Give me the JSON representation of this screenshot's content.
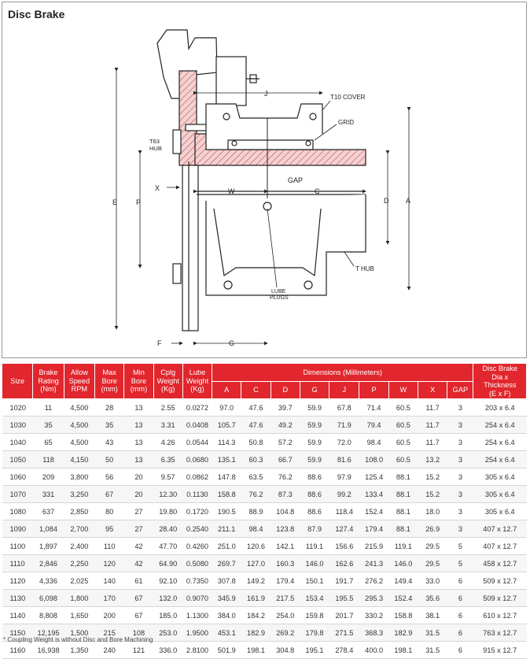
{
  "title": "Disc Brake",
  "labels": {
    "j": "J",
    "t10_cover": "T10 COVER",
    "grid": "GRID",
    "t63_hub_1": "T63",
    "t63_hub_2": "HUB",
    "x": "X",
    "w": "W",
    "gap": "GAP",
    "c": "C",
    "e": "E",
    "p": "P",
    "d": "D",
    "a": "A",
    "lube_1": "LUBE",
    "lube_2": "PLUGS",
    "t_hub": "T HUB",
    "f": "F",
    "g": "G"
  },
  "table": {
    "headers": {
      "size": "Size",
      "brake_rating": [
        "Brake",
        "Rating",
        "(Nm)"
      ],
      "allow_speed": [
        "Allow",
        "Speed",
        "RPM"
      ],
      "max_bore": [
        "Max",
        "Bore",
        "(mm)"
      ],
      "min_bore": [
        "Min",
        "Bore",
        "(mm)"
      ],
      "cplg_weight": [
        "Cplg",
        "Weight",
        "(Kg)"
      ],
      "lube_weight": [
        "Lube",
        "Weight",
        "(Kg)"
      ],
      "dimensions": "Dimensions (Millimeters)",
      "dim_cols": [
        "A",
        "C",
        "D",
        "G",
        "J",
        "P",
        "W",
        "X",
        "GAP"
      ],
      "disc_brake": [
        "Disc Brake",
        "Dia x Thickness",
        "(E x F)"
      ]
    },
    "rows": [
      [
        "1020",
        "11",
        "4,500",
        "28",
        "13",
        "2.55",
        "0.0272",
        "97.0",
        "47.6",
        "39.7",
        "59.9",
        "67.8",
        "71.4",
        "60.5",
        "11.7",
        "3",
        "203 x 6.4"
      ],
      [
        "1030",
        "35",
        "4,500",
        "35",
        "13",
        "3.31",
        "0.0408",
        "105.7",
        "47.6",
        "49.2",
        "59.9",
        "71.9",
        "79.4",
        "60.5",
        "11.7",
        "3",
        "254 x 6.4"
      ],
      [
        "1040",
        "65",
        "4,500",
        "43",
        "13",
        "4.26",
        "0.0544",
        "114.3",
        "50.8",
        "57.2",
        "59.9",
        "72.0",
        "98.4",
        "60.5",
        "11.7",
        "3",
        "254 x 6.4"
      ],
      [
        "1050",
        "118",
        "4,150",
        "50",
        "13",
        "6.35",
        "0.0680",
        "135.1",
        "60.3",
        "66.7",
        "59.9",
        "81.6",
        "108.0",
        "60.5",
        "13.2",
        "3",
        "254 x 6.4"
      ],
      [
        "1060",
        "209",
        "3,800",
        "56",
        "20",
        "9.57",
        "0.0862",
        "147.8",
        "63.5",
        "76.2",
        "88.6",
        "97.9",
        "125.4",
        "88.1",
        "15.2",
        "3",
        "305 x 6.4"
      ],
      [
        "1070",
        "331",
        "3,250",
        "67",
        "20",
        "12.30",
        "0.1130",
        "158.8",
        "76.2",
        "87.3",
        "88.6",
        "99.2",
        "133.4",
        "88.1",
        "15.2",
        "3",
        "305 x 6.4"
      ],
      [
        "1080",
        "637",
        "2,850",
        "80",
        "27",
        "19.80",
        "0.1720",
        "190.5",
        "88.9",
        "104.8",
        "88.6",
        "118.4",
        "152.4",
        "88.1",
        "18.0",
        "3",
        "305 x 6.4"
      ],
      [
        "1090",
        "1,084",
        "2,700",
        "95",
        "27",
        "28.40",
        "0.2540",
        "211.1",
        "98.4",
        "123.8",
        "87.9",
        "127.4",
        "179.4",
        "88.1",
        "26.9",
        "3",
        "407 x 12.7"
      ],
      [
        "1100",
        "1,897",
        "2,400",
        "110",
        "42",
        "47.70",
        "0.4260",
        "251.0",
        "120.6",
        "142.1",
        "119.1",
        "156.6",
        "215.9",
        "119.1",
        "29.5",
        "5",
        "407 x 12.7"
      ],
      [
        "1110",
        "2,846",
        "2,250",
        "120",
        "42",
        "64.90",
        "0.5080",
        "269.7",
        "127.0",
        "160.3",
        "146.0",
        "162.6",
        "241.3",
        "146.0",
        "29.5",
        "5",
        "458 x 12.7"
      ],
      [
        "1120",
        "4,336",
        "2,025",
        "140",
        "61",
        "92.10",
        "0.7350",
        "307.8",
        "149.2",
        "179.4",
        "150.1",
        "191.7",
        "276.2",
        "149.4",
        "33.0",
        "6",
        "509 x 12.7"
      ],
      [
        "1130",
        "6,098",
        "1,800",
        "170",
        "67",
        "132.0",
        "0.9070",
        "345.9",
        "161.9",
        "217.5",
        "153.4",
        "195.5",
        "295.3",
        "152.4",
        "35.6",
        "6",
        "509 x 12.7"
      ],
      [
        "1140",
        "8,808",
        "1,650",
        "200",
        "67",
        "185.0",
        "1.1300",
        "384.0",
        "184.2",
        "254.0",
        "159.8",
        "201.7",
        "330.2",
        "158.8",
        "38.1",
        "6",
        "610 x 12.7"
      ],
      [
        "1150",
        "12,195",
        "1,500",
        "215",
        "108",
        "253.0",
        "1.9500",
        "453.1",
        "182.9",
        "269.2",
        "179.8",
        "271.5",
        "368.3",
        "182.9",
        "31.5",
        "6",
        "763 x 12.7"
      ],
      [
        "1160",
        "16,938",
        "1,350",
        "240",
        "121",
        "336.0",
        "2.8100",
        "501.9",
        "198.1",
        "304.8",
        "195.1",
        "278.4",
        "400.0",
        "198.1",
        "31.5",
        "6",
        "915 x 12.7"
      ]
    ]
  },
  "footnote": "* Coupling Weight is without Disc and Bore Machining",
  "colors": {
    "header_red": "#e1262d",
    "hatch_red": "#c8464b",
    "hatch_fill": "#f3d2d2"
  }
}
